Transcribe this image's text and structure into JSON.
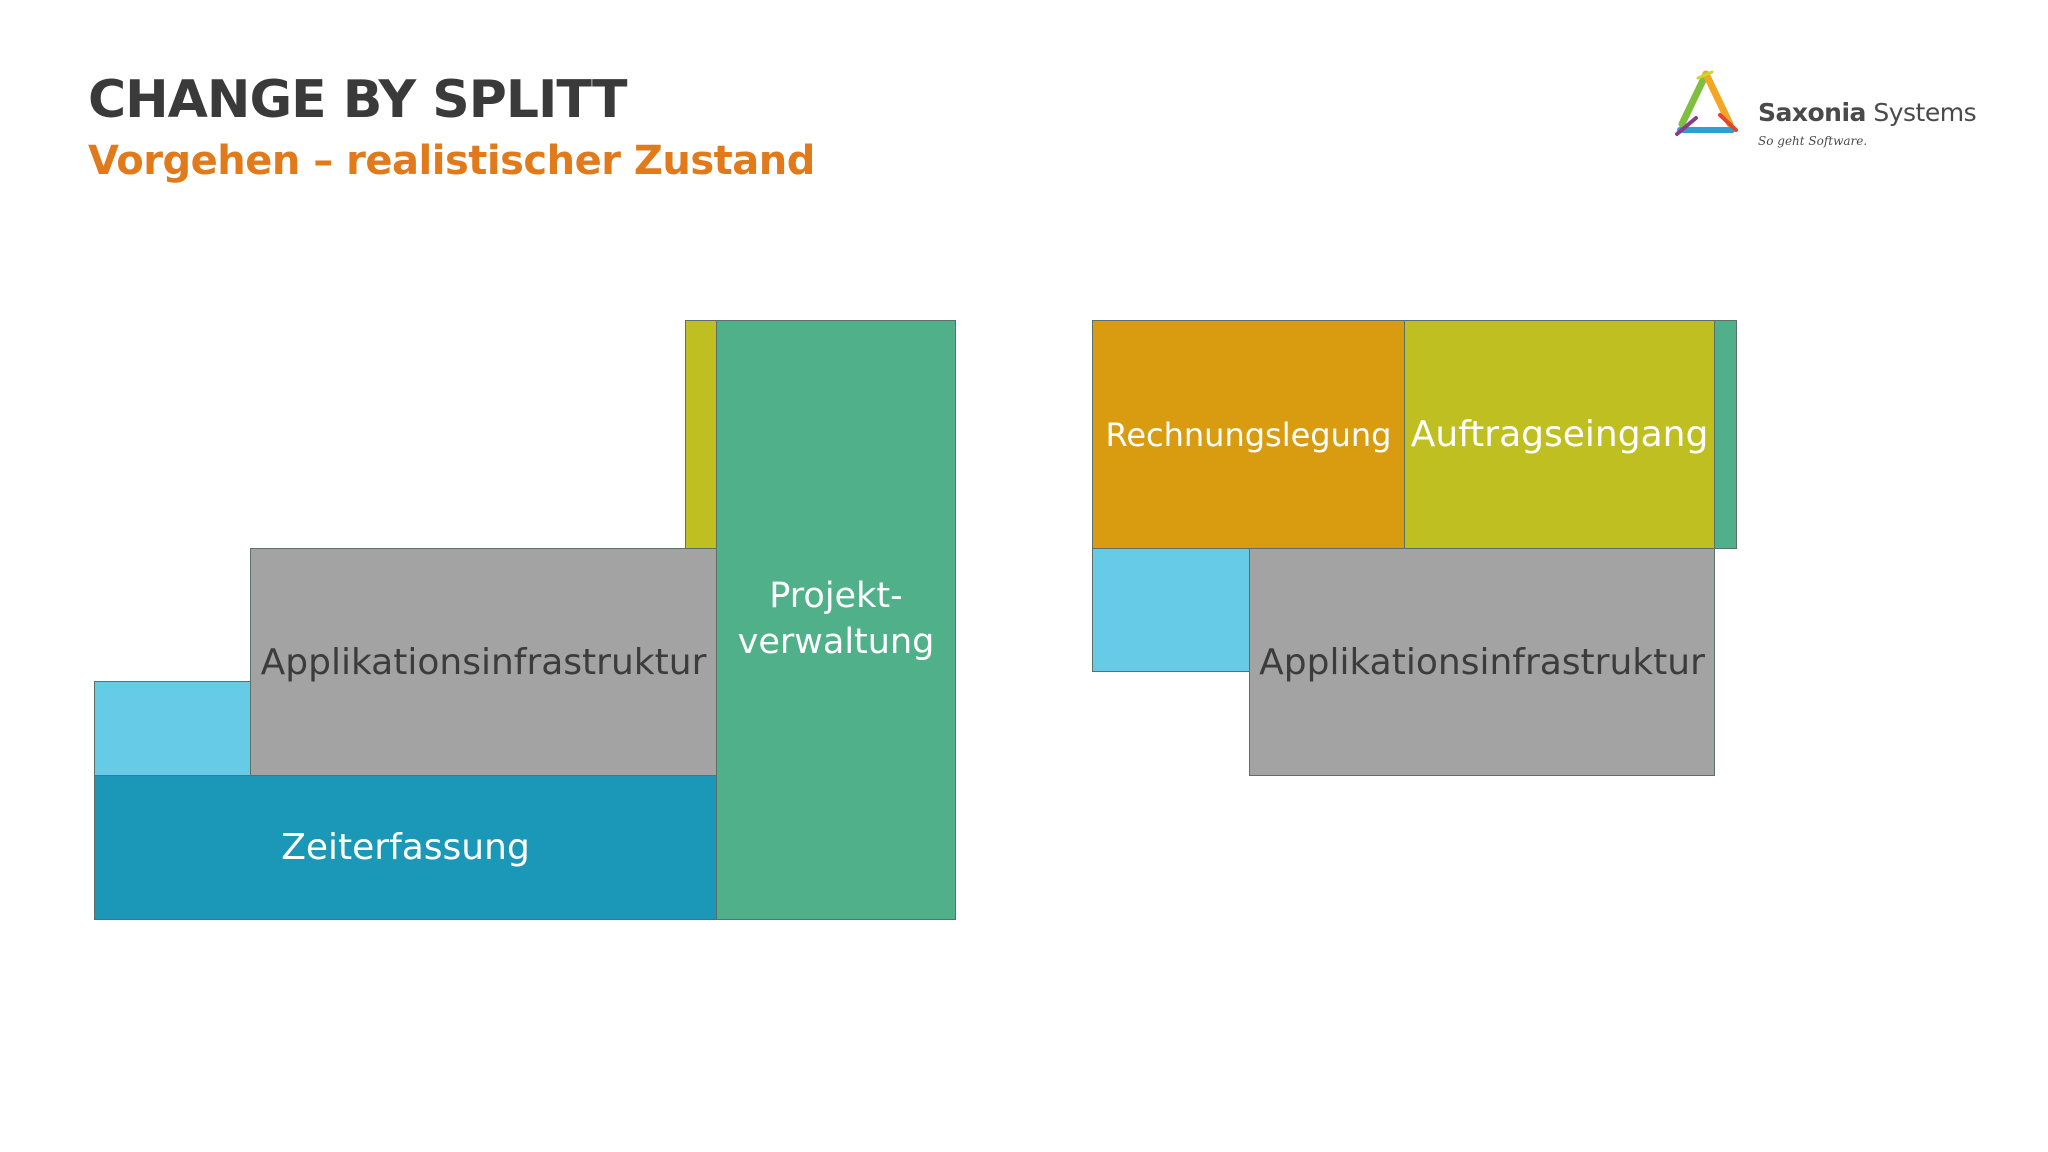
{
  "slide": {
    "title": "CHANGE BY SPLITT",
    "subtitle": "Vorgehen – realistischer Zustand",
    "subtitle_color": "#e07a1a"
  },
  "logo": {
    "name_bold": "Saxonia",
    "name_regular": " Systems",
    "tagline": "So geht Software."
  },
  "left_diagram": {
    "zeiterfassung": "Zeiterfassung",
    "applikationsinfrastruktur": "Applikationsinfrastruktur",
    "projektverwaltung_line1": "Projekt-",
    "projektverwaltung_line2": "verwaltung"
  },
  "right_diagram": {
    "rechnungslegung": "Rechnungslegung",
    "auftragseingang": "Auftragseingang",
    "applikationsinfrastruktur": "Applikationsinfrastruktur"
  },
  "colors": {
    "teal": "#1b98b7",
    "light_blue": "#66cbe6",
    "grey": "#a3a3a3",
    "green": "#4fb089",
    "olive": "#bfbf22",
    "orange": "#d99b10"
  }
}
